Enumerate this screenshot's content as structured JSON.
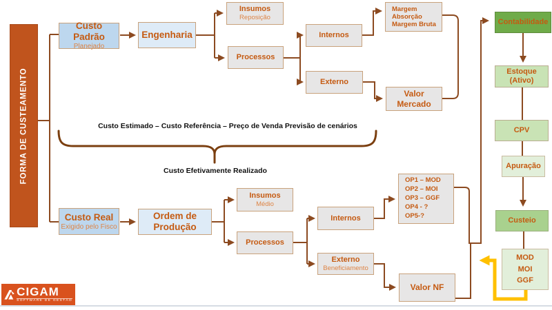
{
  "sidebar": {
    "label": "FORMA DE CUSTEAMENTO"
  },
  "annotations": {
    "estimated": "Custo Estimado – Custo Referência – Preço de Venda Previsão de cenários",
    "realized": "Custo Efetivamente Realizado"
  },
  "nodes": {
    "custo_padrao": {
      "title": "Custo Padrão",
      "subtitle": "Planejado"
    },
    "engenharia": {
      "title": "Engenharia"
    },
    "insumos_reposicao": {
      "title": "Insumos",
      "subtitle": "Reposição"
    },
    "processos_top": {
      "title": "Processos"
    },
    "internos_top": {
      "title": "Internos"
    },
    "externo_top": {
      "title": "Externo"
    },
    "margem": {
      "lines": [
        "Margem",
        "Absorção",
        "Margem Bruta"
      ]
    },
    "valor_mercado": {
      "title": "Valor Mercado"
    },
    "custo_real": {
      "title": "Custo Real",
      "subtitle": "Exigido pelo Fisco"
    },
    "ordem_producao": {
      "title": "Ordem de Produção"
    },
    "insumos_medio": {
      "title": "Insumos",
      "subtitle": "Médio"
    },
    "processos_bottom": {
      "title": "Processos"
    },
    "internos_bottom": {
      "title": "Internos"
    },
    "externo_bottom": {
      "title": "Externo",
      "subtitle": "Beneficiamento"
    },
    "op_list": {
      "lines": [
        "OP1 – MOD",
        "OP2 – MOI",
        "OP3 – GGF",
        "OP4 - ?",
        "OP5-?"
      ]
    },
    "valor_nf": {
      "title": "Valor NF"
    },
    "contabilidade": {
      "title": "Contabilidade"
    },
    "estoque": {
      "lines": [
        "Estoque",
        "(Ativo)"
      ]
    },
    "cpv": {
      "title": "CPV"
    },
    "apuracao": {
      "title": "Apuração"
    },
    "custeio": {
      "title": "Custeio"
    },
    "mod_group": {
      "lines": [
        "MOD",
        "MOI",
        "GGF"
      ]
    }
  },
  "logo": {
    "name": "CIGAM",
    "tagline": "SOFTWARE DE GESTÃO"
  },
  "colors": {
    "sidebar_orange": "#C0541D",
    "node_text_orange": "#C55A11",
    "node_subtext_orange": "#DE8445",
    "connector_brown": "#8C4A20",
    "brace_brown": "#7B3F10",
    "feedback_yellow": "#FFC000",
    "green_dark": "#6FAB49",
    "green_mid": "#A9D18E",
    "green_light": "#C9E3B5",
    "green_pale": "#E2EFDA",
    "blue_strong": "#BDD7EE",
    "blue_light": "#DEEBF7",
    "box_gray": "#E7E6E6",
    "logo_orange": "#D9521E"
  }
}
